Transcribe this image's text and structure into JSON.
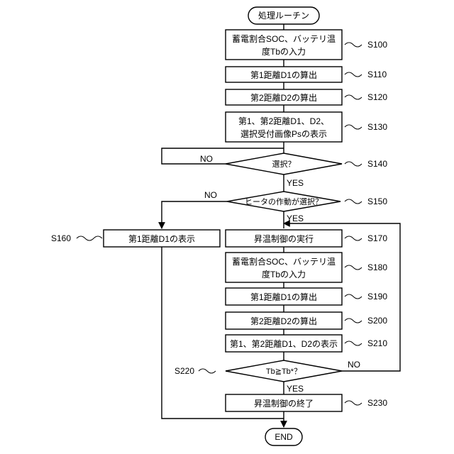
{
  "flowchart": {
    "start_label": "処理ルーチン",
    "end_label": "END",
    "branch": {
      "yes": "YES",
      "no": "NO"
    },
    "nodes": [
      {
        "id": "s100",
        "lines": [
          "蓄電割合SOC、バッテリ温",
          "度Tbの入力"
        ],
        "step": "S100"
      },
      {
        "id": "s110",
        "lines": [
          "第1距離D1の算出"
        ],
        "step": "S110"
      },
      {
        "id": "s120",
        "lines": [
          "第2距離D2の算出"
        ],
        "step": "S120"
      },
      {
        "id": "s130",
        "lines": [
          "第1、第2距離D1、D2、",
          "選択受付画像Psの表示"
        ],
        "step": "S130"
      },
      {
        "id": "s140",
        "lines": [
          "選択？"
        ],
        "step": "S140"
      },
      {
        "id": "s150",
        "lines": [
          "ヒータの作動が選択？"
        ],
        "step": "S150"
      },
      {
        "id": "s160",
        "lines": [
          "第1距離D1の表示"
        ],
        "step": "S160"
      },
      {
        "id": "s170",
        "lines": [
          "昇温制御の実行"
        ],
        "step": "S170"
      },
      {
        "id": "s180",
        "lines": [
          "蓄電割合SOC、バッテリ温",
          "度Tbの入力"
        ],
        "step": "S180"
      },
      {
        "id": "s190",
        "lines": [
          "第1距離D1の算出"
        ],
        "step": "S190"
      },
      {
        "id": "s200",
        "lines": [
          "第2距離D2の算出"
        ],
        "step": "S200"
      },
      {
        "id": "s210",
        "lines": [
          "第1、第2距離D1、D2の表示"
        ],
        "step": "S210"
      },
      {
        "id": "s220",
        "lines": [
          "Tb≧Tb*？"
        ],
        "step": "S220"
      },
      {
        "id": "s230",
        "lines": [
          "昇温制御の終了"
        ],
        "step": "S230"
      }
    ]
  }
}
